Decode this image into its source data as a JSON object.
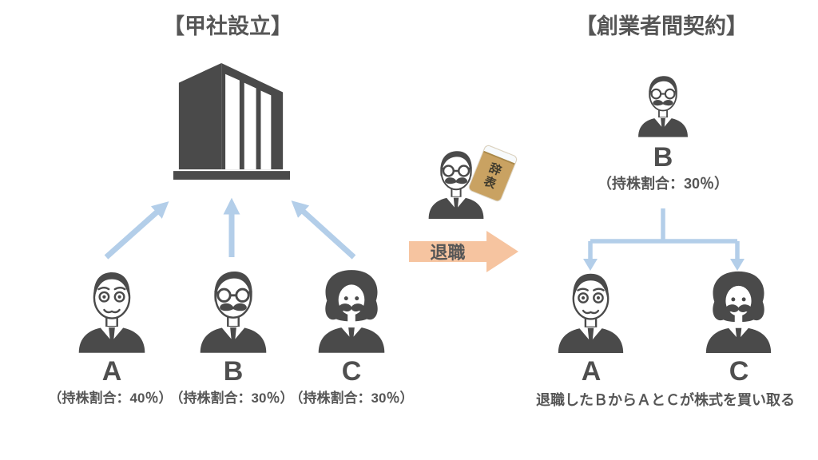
{
  "colors": {
    "icon_dark": "#4a4a4a",
    "text": "#565656",
    "arrow_blue": "#b3cee9",
    "arrow_peach": "#f6c4a0",
    "envelope_tan": "#c9a262",
    "background": "#ffffff"
  },
  "left_panel": {
    "title": "【甲社設立】",
    "company_icon": "office-building-icon",
    "contribution_arrows_icon": "three-blue-up-arrows",
    "founders": [
      {
        "label": "A",
        "share": "（持株割合：40％）",
        "icon": "businessman-a-icon"
      },
      {
        "label": "B",
        "share": "（持株割合：30％）",
        "icon": "businessman-b-icon"
      },
      {
        "label": "C",
        "share": "（持株割合：30％）",
        "icon": "businessman-c-icon"
      }
    ]
  },
  "middle": {
    "person_icon": "businessman-b-icon",
    "envelope_icon": "resignation-letter-icon",
    "envelope_label": "辞表",
    "arrow_icon": "right-peach-arrow",
    "arrow_label": "退職"
  },
  "right_panel": {
    "title": "【創業者間契約】",
    "seller": {
      "label": "B",
      "share": "（持株割合：30％）",
      "icon": "businessman-b-icon"
    },
    "connector_icon": "branch-down-arrows",
    "buyers": [
      {
        "label": "A",
        "icon": "businessman-a-icon"
      },
      {
        "label": "C",
        "icon": "businessman-c-icon"
      }
    ],
    "caption": "退職したＢからＡとＣが株式を買い取る"
  }
}
